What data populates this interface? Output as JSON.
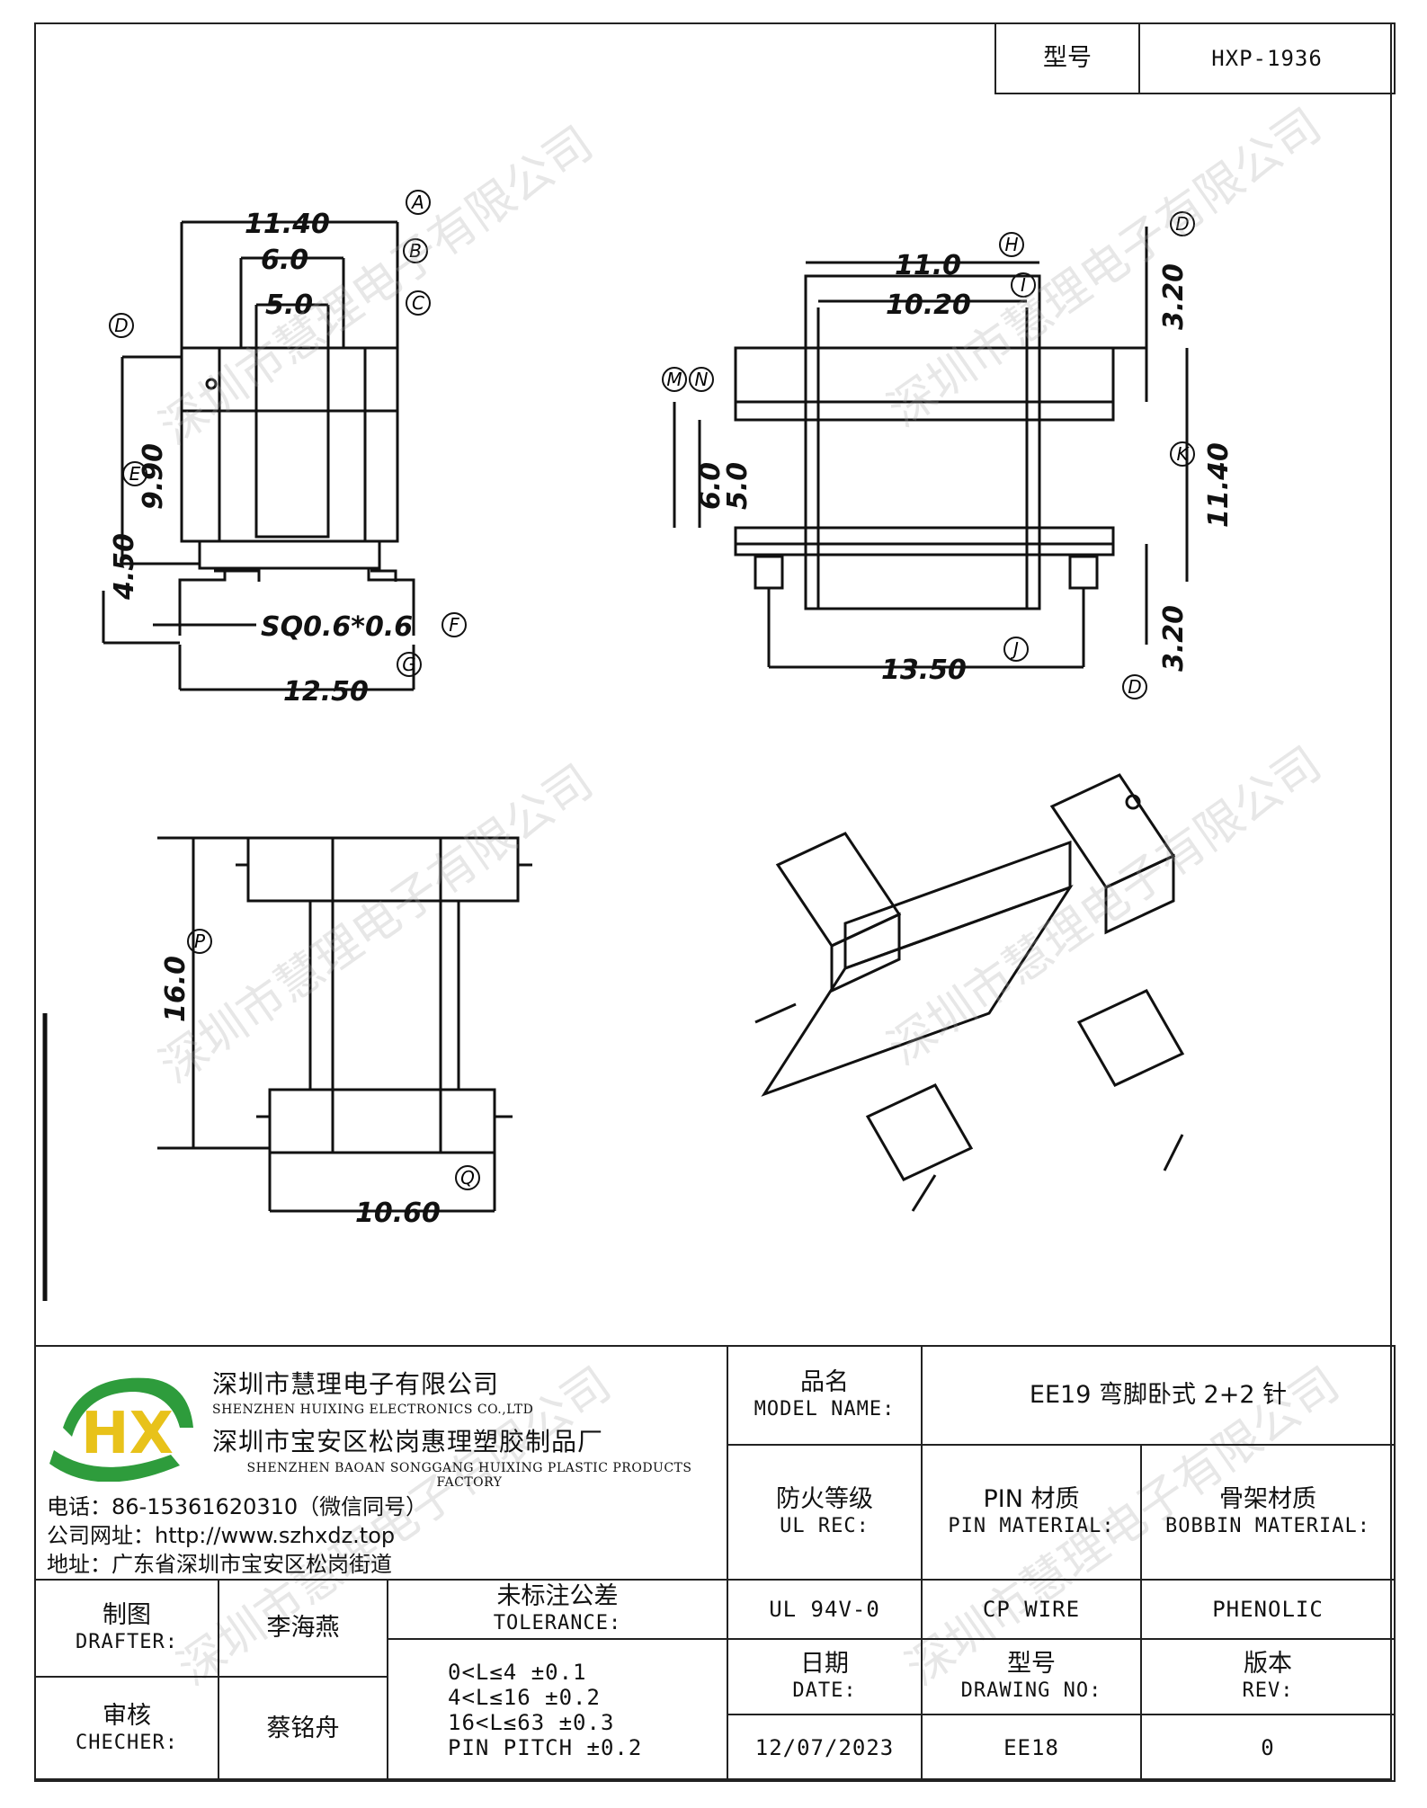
{
  "header": {
    "type_label": "型号",
    "type_value": "HXP-1936"
  },
  "watermark": "深圳市慧理电子有限公司",
  "drawing": {
    "front_view": {
      "dims": [
        "11.40",
        "6.0",
        "5.0",
        "9.90",
        "4.50",
        "SQ0.6*0.6",
        "12.50"
      ],
      "markers": [
        "A",
        "B",
        "C",
        "D",
        "E",
        "F",
        "G"
      ]
    },
    "side_view": {
      "dims": [
        "11.0",
        "10.20",
        "3.20",
        "6.0",
        "5.0",
        "11.40",
        "3.20",
        "13.50"
      ],
      "markers": [
        "H",
        "I",
        "D",
        "M",
        "N",
        "K",
        "J",
        "D"
      ]
    },
    "bottom_view": {
      "dims": [
        "16.0",
        "10.60"
      ],
      "markers": [
        "P",
        "Q"
      ]
    }
  },
  "company": {
    "name_cn": "深圳市慧理电子有限公司",
    "name_en": "SHENZHEN HUIXING ELECTRONICS CO.,LTD",
    "factory_cn": "深圳市宝安区松岗惠理塑胶制品厂",
    "factory_en": "SHENZHEN BAOAN SONGGANG HUIXING PLASTIC PRODUCTS FACTORY",
    "phone": "电话：86-15361620310（微信同号）",
    "website": "公司网址：http://www.szhxdz.top",
    "address": "地址：广东省深圳市宝安区松岗街道",
    "logo_letters": "HX",
    "logo_colors": {
      "green": "#2e9c3c",
      "yellow": "#e8c21a"
    }
  },
  "title_block": {
    "model_name_cn": "品名",
    "model_name_en": "MODEL NAME:",
    "model_name_value": "EE19 弯脚卧式 2+2 针",
    "ul_cn": "防火等级",
    "ul_en": "UL REC:",
    "pin_cn": "PIN 材质",
    "pin_en": "PIN MATERIAL:",
    "bobbin_cn": "骨架材质",
    "bobbin_en": "BOBBIN MATERIAL:",
    "ul_value": "UL 94V-0",
    "pin_value": "CP WIRE",
    "bobbin_value": "PHENOLIC",
    "drafter_cn": "制图",
    "drafter_en": "DRAFTER:",
    "drafter_value": "李海燕",
    "checker_cn": "审核",
    "checker_en": "CHECHER:",
    "checker_value": "蔡铭舟",
    "tolerance_cn": "未标注公差",
    "tolerance_en": "TOLERANCE:",
    "tolerance_rows": [
      "0<L≤4   ±0.1",
      "4<L≤16  ±0.2",
      "16<L≤63 ±0.3",
      "PIN PITCH ±0.2"
    ],
    "date_cn": "日期",
    "date_en": "DATE:",
    "date_value": "12/07/2023",
    "drawing_no_cn": "型号",
    "drawing_no_en": "DRAWING NO:",
    "drawing_no_value": "EE18",
    "rev_cn": "版本",
    "rev_en": "REV:",
    "rev_value": "0"
  }
}
